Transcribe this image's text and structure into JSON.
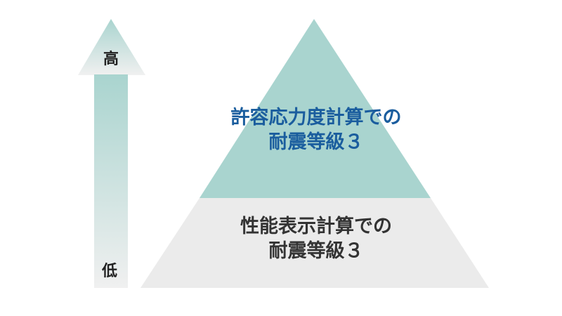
{
  "axis": {
    "high_label": "高",
    "low_label": "低"
  },
  "pyramid": {
    "top_tier": {
      "line1": "許容応力度計算での",
      "line2": "耐震等級３"
    },
    "bottom_tier": {
      "line1": "性能表示計算での",
      "line2": "耐震等級３"
    }
  },
  "colors": {
    "top_tier_fill": "#a9d4cf",
    "bottom_tier_fill": "#ebebeb",
    "top_text": "#1a5d9e",
    "bottom_text": "#333333",
    "arrow_top": "#a9d4cf",
    "arrow_bottom": "#f0f0f0"
  }
}
